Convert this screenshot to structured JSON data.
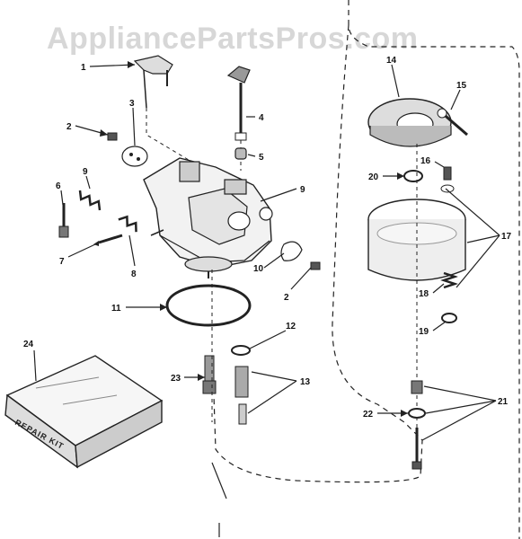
{
  "watermark": "AppliancePartsPros.com",
  "diagram": {
    "callouts": {
      "c1": "1",
      "c2a": "2",
      "c2b": "2",
      "c3": "3",
      "c4": "4",
      "c5": "5",
      "c6": "6",
      "c7": "7",
      "c8": "8",
      "c9": "9",
      "c10": "10",
      "c11": "11",
      "c12": "12",
      "c13": "13",
      "c14": "14",
      "c15": "15",
      "c16": "16",
      "c17": "17",
      "c18": "18",
      "c19": "19",
      "c20": "20",
      "c21": "21",
      "c22": "22",
      "c23": "23",
      "c24": "24"
    },
    "repair_kit_label": "REPAIR KIT"
  }
}
